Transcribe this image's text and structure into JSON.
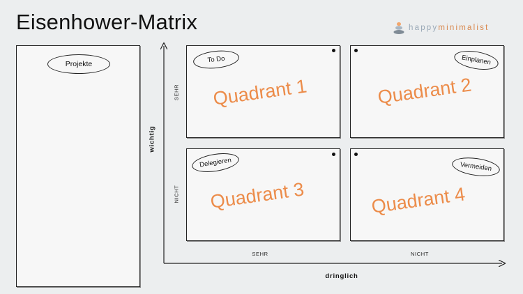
{
  "title": "Eisenhower-Matrix",
  "brand": {
    "part1": "happy",
    "part2": "minimalist",
    "logo_icon": "stacked-stones-icon"
  },
  "projects": {
    "label": "Projekte"
  },
  "axes": {
    "y_title": "wichtig",
    "y_high": "SEHR",
    "y_low": "NICHT",
    "x_title": "dringlich",
    "x_high": "SEHR",
    "x_low": "NICHT"
  },
  "quadrants": [
    {
      "name": "Quadrant 1",
      "tag": "To Do"
    },
    {
      "name": "Quadrant 2",
      "tag": "Einplanen"
    },
    {
      "name": "Quadrant 3",
      "tag": "Delegieren"
    },
    {
      "name": "Quadrant 4",
      "tag": "Vermeiden"
    }
  ],
  "colors": {
    "accent": "#ec8c4a",
    "background": "#eceeef",
    "panel": "#f7f7f7"
  }
}
